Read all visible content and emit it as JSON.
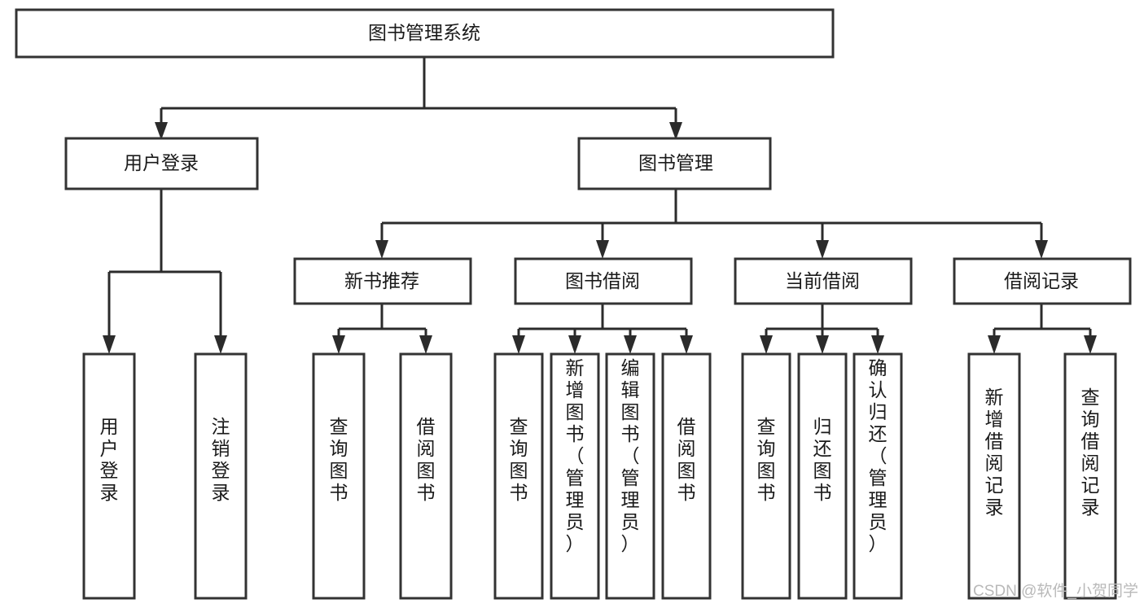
{
  "diagram": {
    "title": "图书管理系统",
    "type": "tree-hierarchy",
    "watermark": "CSDN @软件_小贺同学",
    "colors": {
      "box_stroke": "#333333",
      "box_fill": "#ffffff",
      "connector": "#2b2b2b",
      "text": "#1a1a1a",
      "watermark": "#b9b9b9",
      "background": "#ffffff"
    },
    "nodes": {
      "root": {
        "label": "图书管理系统"
      },
      "level1": [
        {
          "id": "user-login",
          "label": "用户登录"
        },
        {
          "id": "book-manage",
          "label": "图书管理"
        }
      ],
      "level2": [
        {
          "id": "new-book-rec",
          "label": "新书推荐",
          "parent": "book-manage"
        },
        {
          "id": "book-borrow",
          "label": "图书借阅",
          "parent": "book-manage"
        },
        {
          "id": "current-borrow",
          "label": "当前借阅",
          "parent": "book-manage"
        },
        {
          "id": "borrow-record",
          "label": "借阅记录",
          "parent": "book-manage"
        }
      ],
      "leaves": [
        {
          "id": "leaf-user-login",
          "label": "用户登录",
          "parent": "user-login"
        },
        {
          "id": "leaf-logout",
          "label": "注销登录",
          "parent": "user-login"
        },
        {
          "id": "leaf-query-book-1",
          "label": "查询图书",
          "parent": "new-book-rec"
        },
        {
          "id": "leaf-borrow-book-1",
          "label": "借阅图书",
          "parent": "new-book-rec"
        },
        {
          "id": "leaf-query-book-2",
          "label": "查询图书",
          "parent": "book-borrow"
        },
        {
          "id": "leaf-add-book",
          "label": "新增图书（管理员）",
          "parent": "book-borrow"
        },
        {
          "id": "leaf-edit-book",
          "label": "编辑图书（管理员）",
          "parent": "book-borrow"
        },
        {
          "id": "leaf-borrow-book-2",
          "label": "借阅图书",
          "parent": "book-borrow"
        },
        {
          "id": "leaf-query-book-3",
          "label": "查询图书",
          "parent": "current-borrow"
        },
        {
          "id": "leaf-return-book",
          "label": "归还图书",
          "parent": "current-borrow"
        },
        {
          "id": "leaf-confirm-return",
          "label": "确认归还（管理员）",
          "parent": "current-borrow"
        },
        {
          "id": "leaf-add-record",
          "label": "新增借阅记录",
          "parent": "borrow-record"
        },
        {
          "id": "leaf-query-record",
          "label": "查询借阅记录",
          "parent": "borrow-record"
        }
      ]
    }
  }
}
